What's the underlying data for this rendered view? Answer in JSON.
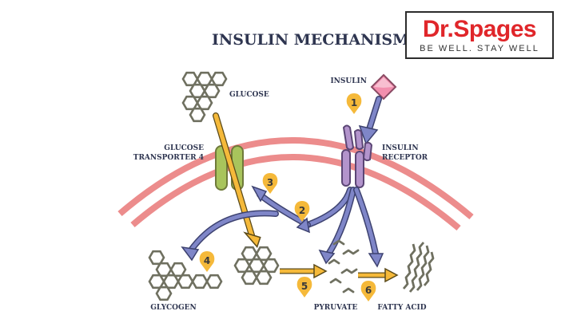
{
  "title": "INSULIN MECHANISM",
  "logo": {
    "name": "Dr.Spages",
    "tagline": "BE WELL. STAY WELL",
    "color": "#e0262a"
  },
  "labels": {
    "glucose": "GLUCOSE",
    "glucose_transporter_line1": "GLUCOSE",
    "glucose_transporter_line2": "TRANSPORTER 4",
    "insulin": "INSULIN",
    "insulin_receptor_line1": "INSULIN",
    "insulin_receptor_line2": "RECEPTOR",
    "glycogen": "GLYCOGEN",
    "pyruvate": "PYRUVATE",
    "fatty_acid": "FATTY ACID"
  },
  "steps": [
    "1",
    "2",
    "3",
    "4",
    "5",
    "6"
  ],
  "colors": {
    "membrane": "#ec8c8c",
    "transporter": "#a8c45c",
    "receptor": "#b394cc",
    "insulin": "#f28fae",
    "glucose_arrow": "#f5b93a",
    "signal_arrow": "#7f86c8",
    "step_marker": "#f5b93a",
    "molecule": "#6f7060"
  }
}
